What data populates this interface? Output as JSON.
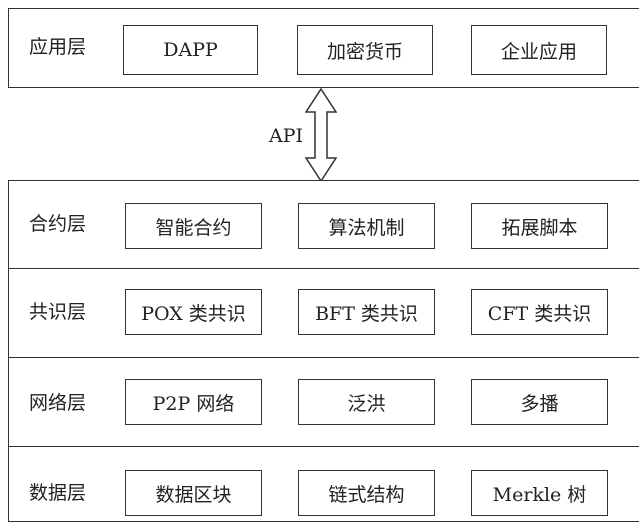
{
  "top_layer": {
    "label": "应用层",
    "items": [
      "DAPP",
      "加密货币",
      "企业应用"
    ]
  },
  "connector": {
    "label": "API",
    "icon": "double-vertical-arrow-icon"
  },
  "stack_layers": [
    {
      "label": "合约层",
      "items": [
        "智能合约",
        "算法机制",
        "拓展脚本"
      ]
    },
    {
      "label": "共识层",
      "items": [
        "POX 类共识",
        "BFT 类共识",
        "CFT 类共识"
      ]
    },
    {
      "label": "网络层",
      "items": [
        "P2P 网络",
        "泛洪",
        "多播"
      ]
    },
    {
      "label": "数据层",
      "items": [
        "数据区块",
        "链式结构",
        "Merkle 树"
      ]
    }
  ]
}
